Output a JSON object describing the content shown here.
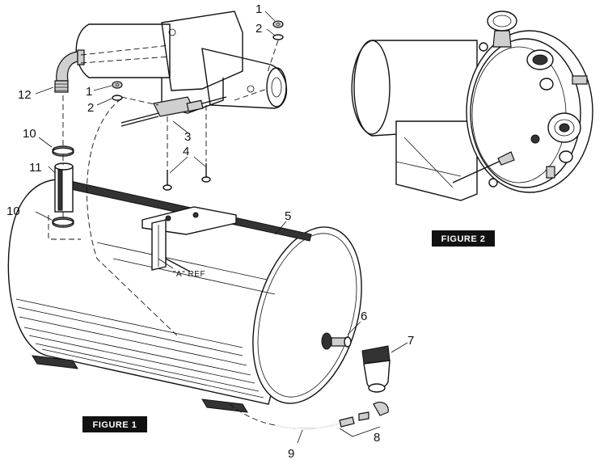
{
  "figures": {
    "figure1": "FIGURE 1",
    "figure2": "FIGURE 2"
  },
  "reference_label": "\"A\" REF",
  "callouts": {
    "c1a": "1",
    "c2a": "2",
    "c1b": "1",
    "c2b": "2",
    "c3": "3",
    "c4": "4",
    "c5": "5",
    "c6": "6",
    "c7": "7",
    "c8": "8",
    "c9": "9",
    "c10a": "10",
    "c11": "11",
    "c10b": "10",
    "c12": "12"
  }
}
